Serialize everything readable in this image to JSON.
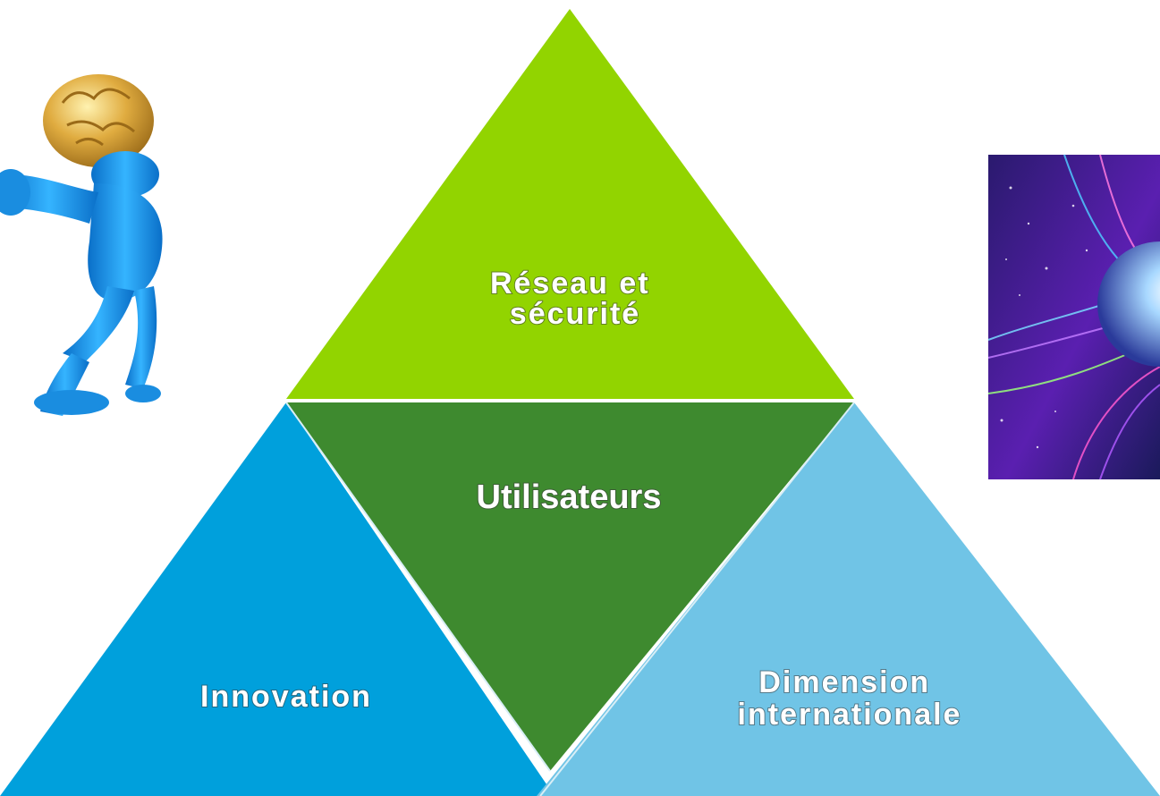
{
  "diagram": {
    "top": {
      "lines": [
        "Réseau et",
        "sécurité"
      ],
      "color": "#92d400"
    },
    "center": {
      "lines": [
        "Utilisateurs"
      ],
      "color": "#3e8a2f"
    },
    "left": {
      "lines": [
        "Innovation"
      ],
      "color": "#00a0dc"
    },
    "right": {
      "lines": [
        "Dimension",
        "internationale"
      ],
      "color": "#70c4e6"
    }
  },
  "images": {
    "left_figure": {
      "icon": "brain-head-figure",
      "body_color": "#1e9be8",
      "brain_color": "#d9a63a"
    },
    "right_photo": {
      "icon": "fiber-optic-globe",
      "colors": [
        "#2a1a6e",
        "#8a2bd8",
        "#1fb5d8"
      ]
    }
  }
}
